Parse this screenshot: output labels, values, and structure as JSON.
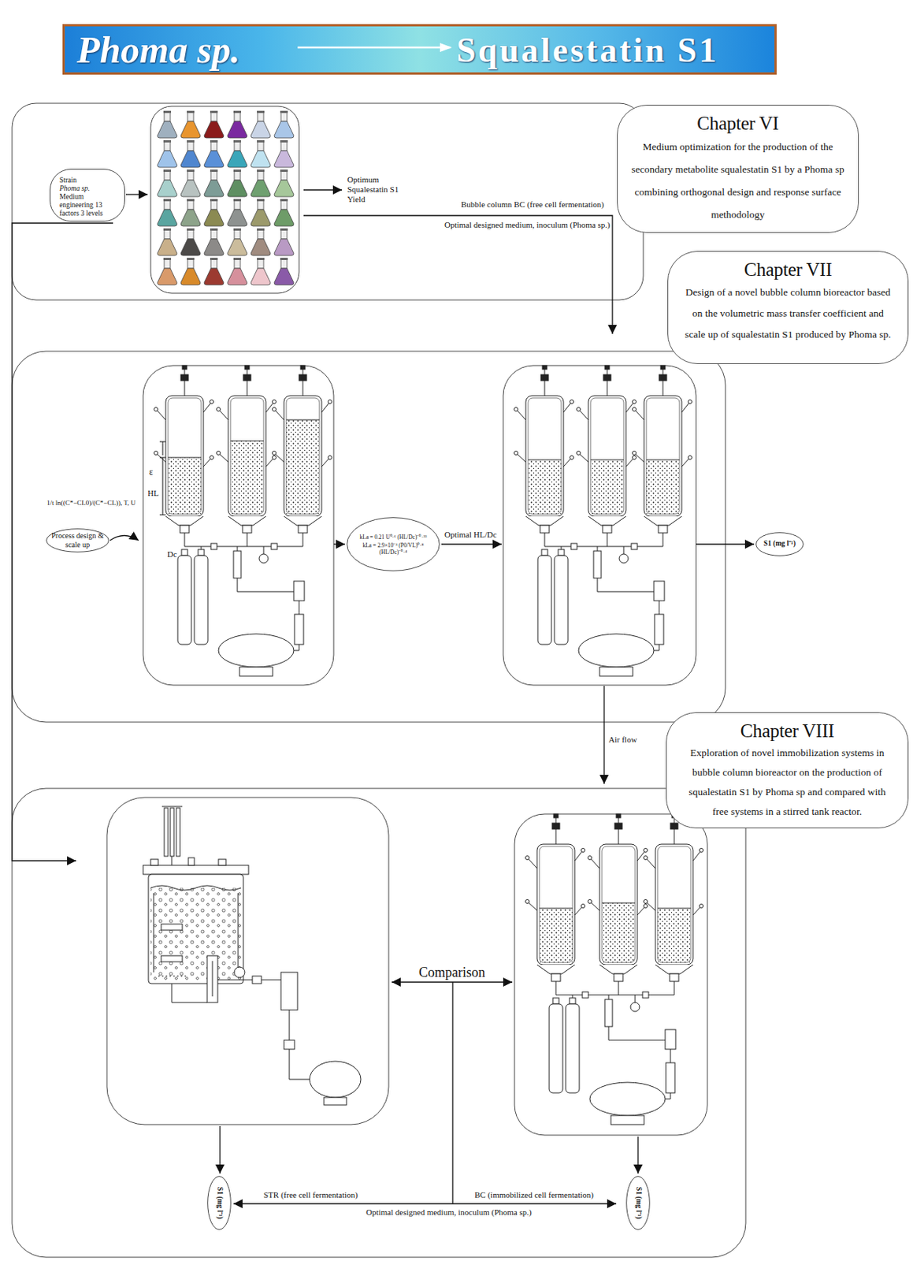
{
  "diagram": {
    "nodes": [
      {
        "text": [
          "Phoma sp.",
          "Squalestatin S1"
        ]
      },
      {
        "text": [
          "Strain",
          "Phoma sp.",
          "Medium engineering 13 factors 3 levels"
        ]
      },
      {
        "text": [
          "Chapter VI",
          "Medium optimization for the production of the secondary metabolite squalestatin S1 by a Phoma sp combining orthogonal design and response surface methodology"
        ]
      },
      {
        "text": [
          "Chapter VII",
          "Design of a novel bubble column bioreactor based on the volumetric mass transfer coefficient and scale up of squalestatin S1 produced by Phoma sp."
        ]
      },
      {
        "text": [
          "Process design & scale up"
        ]
      },
      {
        "text": [
          "kLa = 0.21 U⁰·⁶ (HL/Dc)⁻⁰·³³",
          "kLa = 2.9×10⁻³ (P0/VL)⁰·⁸ (HL/Dc)⁻⁰·⁴"
        ]
      },
      {
        "text": [
          "S1 (mg l⁻¹)"
        ]
      },
      {
        "text": [
          "Chapter VIII",
          "Exploration of novel immobilization systems in bubble column bioreactor on the production of squalestatin S1 by Phoma sp and compared with free systems in a stirred tank reactor."
        ]
      },
      {
        "text": [
          "S1 (mg l⁻¹)"
        ]
      },
      {
        "text": [
          "S1 (mg l⁻¹)"
        ]
      }
    ],
    "labels": [
      "Optimum Squalestatin S1 Yield",
      "Bubble column BC  (free cell fermentation)",
      "Optimal designed medium, inoculum (Phoma sp.)",
      "1/t ln((C*−CL0)/(C*−CL)), T, U",
      "ε",
      "HL",
      "Dc",
      "Optimal HL/Dc",
      "Air flow",
      "Comparison",
      "STR (free cell fermentation)",
      "BC (immobilized cell fermentation)",
      "Optimal designed medium, inoculum (Phoma sp.)"
    ]
  }
}
